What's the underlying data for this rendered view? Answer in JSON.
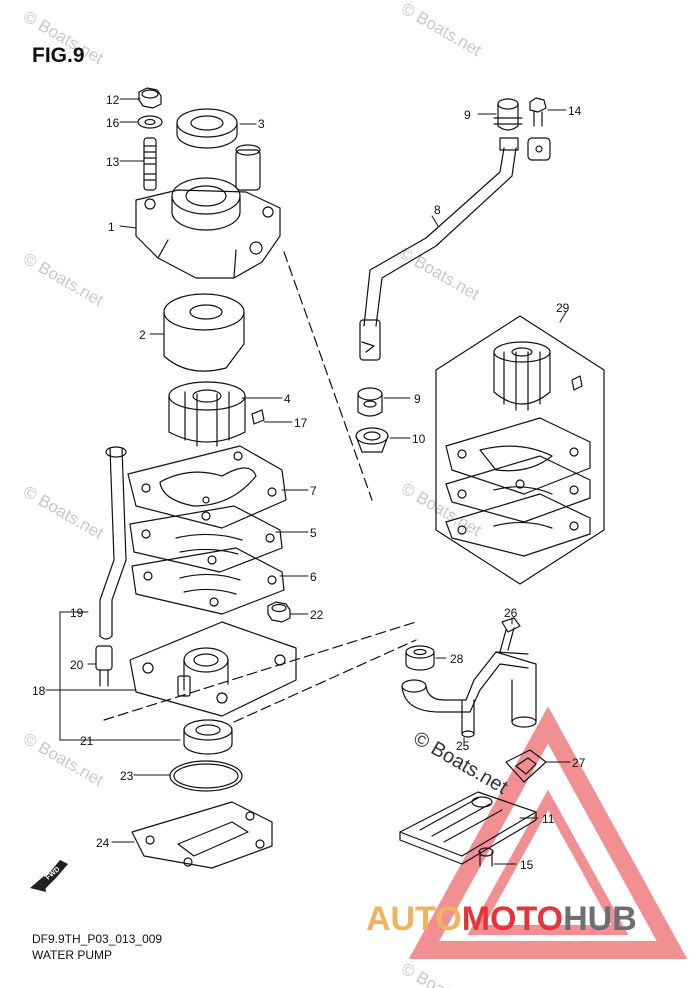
{
  "figure_title": "FIG.9",
  "drawing_code": "DF9.9TH_P03_013_009",
  "drawing_name": "WATER PUMP",
  "watermark_text": "© Boats.net",
  "forward_marker": "FWD",
  "brand": {
    "part1": "AUTO",
    "part2": "MOTO",
    "part3": "HUB"
  },
  "callouts": [
    "1",
    "2",
    "3",
    "4",
    "5",
    "6",
    "7",
    "8",
    "9",
    "9",
    "10",
    "11",
    "12",
    "13",
    "14",
    "15",
    "16",
    "17",
    "18",
    "19",
    "20",
    "21",
    "22",
    "23",
    "24",
    "25",
    "26",
    "27",
    "28",
    "29"
  ],
  "colors": {
    "line": "#111111",
    "brand_orange": "#f2b25c",
    "brand_red": "#e6343a",
    "brand_gray": "#6d6e71",
    "watermark": "#c8c8c8"
  }
}
